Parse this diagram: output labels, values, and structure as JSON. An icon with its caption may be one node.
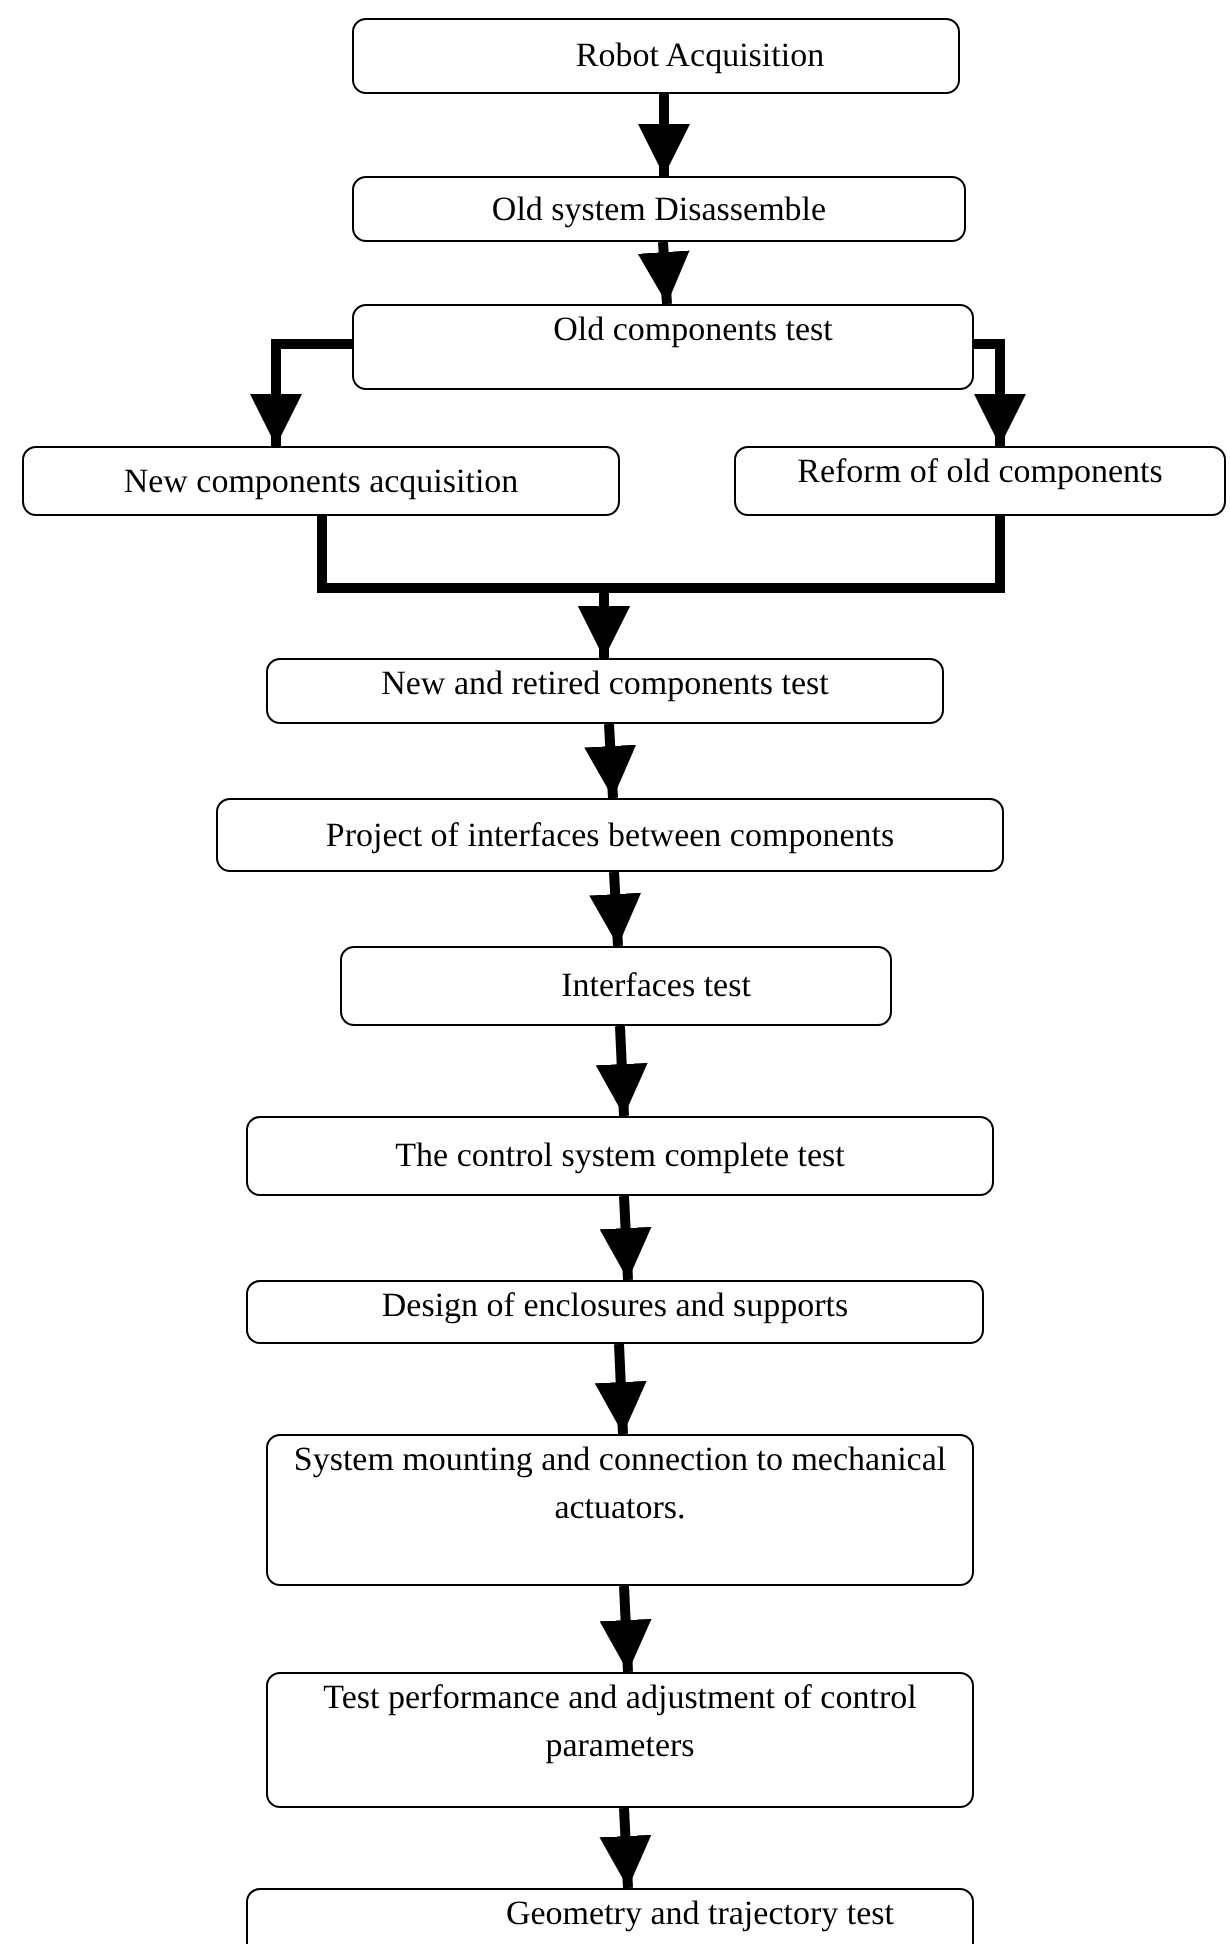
{
  "diagram": {
    "nodes": [
      {
        "text": [
          "Robot Acquisition"
        ]
      },
      {
        "text": [
          "Old system Disassemble"
        ]
      },
      {
        "text": [
          "Old components test"
        ]
      },
      {
        "text": [
          "New components acquisition"
        ]
      },
      {
        "text": [
          "Reform of old components"
        ]
      },
      {
        "text": [
          "New and retired components test"
        ]
      },
      {
        "text": [
          "Project of interfaces between components"
        ]
      },
      {
        "text": [
          "Interfaces test"
        ]
      },
      {
        "text": [
          "The control system complete test"
        ]
      },
      {
        "text": [
          "Design of enclosures and supports"
        ]
      },
      {
        "text": [
          "System mounting and connection to mechanical actuators."
        ]
      },
      {
        "text": [
          "Test performance and adjustment of control parameters"
        ]
      },
      {
        "text": [
          "Geometry and trajectory test"
        ]
      }
    ],
    "edges": [
      {
        "from": 0,
        "to": 1,
        "arrow": "to"
      },
      {
        "from": 1,
        "to": 2,
        "arrow": "to"
      },
      {
        "from": 2,
        "to": 3,
        "arrow": "to"
      },
      {
        "from": 2,
        "to": 4,
        "arrow": "to"
      },
      {
        "from": 3,
        "to": 5,
        "arrow": "to"
      },
      {
        "from": 4,
        "to": 5,
        "arrow": "to"
      },
      {
        "from": 5,
        "to": 6,
        "arrow": "to"
      },
      {
        "from": 6,
        "to": 7,
        "arrow": "to"
      },
      {
        "from": 7,
        "to": 8,
        "arrow": "to"
      },
      {
        "from": 8,
        "to": 9,
        "arrow": "to"
      },
      {
        "from": 9,
        "to": 10,
        "arrow": "to"
      },
      {
        "from": 10,
        "to": 11,
        "arrow": "to"
      },
      {
        "from": 11,
        "to": 12,
        "arrow": "to"
      }
    ]
  }
}
